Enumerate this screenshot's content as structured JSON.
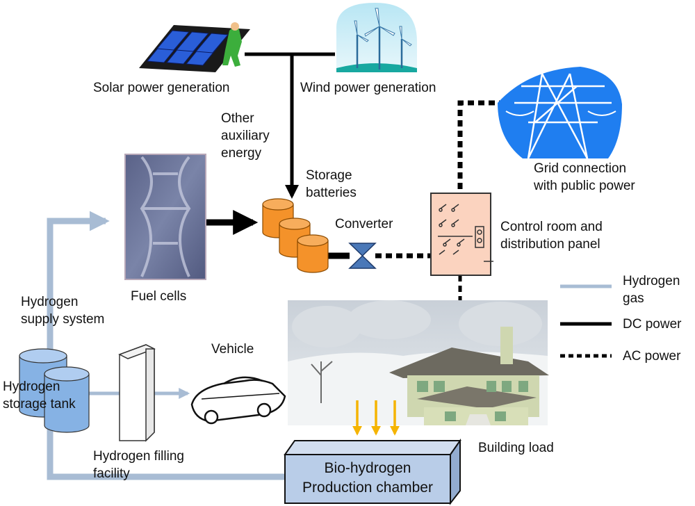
{
  "labels": {
    "solar": "Solar power generation",
    "wind": "Wind power generation",
    "other_energy": "Other\nauxiliary\nenergy",
    "storage_batteries": "Storage\nbatteries",
    "grid": "Grid connection\nwith public power",
    "converter": "Converter",
    "control_room": "Control room and\ndistribution panel",
    "fuel_cells": "Fuel cells",
    "hydrogen_supply": "Hydrogen\nsupply system",
    "vehicle": "Vehicle",
    "hydrogen_storage": "Hydrogen\nstorage tank",
    "hydrogen_filling": "Hydrogen filling\nfacility",
    "building_load": "Building load",
    "bio_hydrogen": "Bio-hydrogen\nProduction chamber"
  },
  "legend": {
    "items": [
      {
        "label": "Hydrogen\ngas",
        "line_style": "hydrogen"
      },
      {
        "label": "DC power",
        "line_style": "dc"
      },
      {
        "label": "AC power",
        "line_style": "ac"
      }
    ]
  },
  "colors": {
    "hydrogen_line": "#a8bcd4",
    "dc_line": "#000000",
    "ac_line": "#000000",
    "battery": "#f4922a",
    "control_panel": "#fbd3bf",
    "converter": "#4a78b8",
    "grid_tower": "#1f7ef0",
    "bio_chamber": "#b9cde8",
    "heat_arrows": "#f5b400",
    "fuel_cell": "#6a7398"
  },
  "icons": {
    "solar": "solar-panel-icon",
    "wind": "wind-turbine-icon",
    "grid": "transmission-tower-icon",
    "battery": "battery-cylinder-icon",
    "converter": "converter-icon",
    "control_panel": "distribution-panel-icon",
    "fuel_cell": "fuel-cell-icon",
    "hydrogen_tank": "hydrogen-tank-icon",
    "filling_facility": "filling-station-icon",
    "vehicle": "car-icon",
    "building": "house-icon",
    "bio_chamber": "bio-chamber-icon"
  }
}
